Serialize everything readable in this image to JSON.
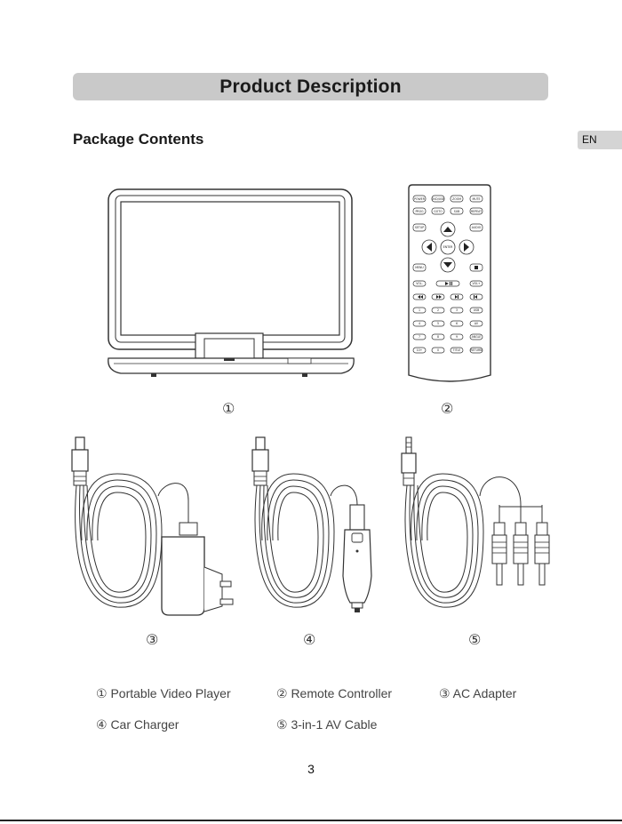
{
  "header": {
    "title": "Product Description"
  },
  "section": {
    "title": "Package Contents"
  },
  "language_tab": "EN",
  "callouts": [
    "①",
    "②",
    "③",
    "④",
    "⑤"
  ],
  "legend": [
    "① Portable Video Player",
    "② Remote Controller",
    "③ AC Adapter",
    "④ Car Charger",
    "⑤ 3-in-1 AV Cable"
  ],
  "remote_buttons": {
    "row1": [
      "POWER",
      "DVD/USB",
      "ZOOM",
      "MUTE"
    ],
    "row2": [
      "PROG",
      "GOTO",
      "SUB",
      "REPEAT"
    ],
    "setup": "SETUP",
    "audio": "AUDIO",
    "enter": "ENTER",
    "menu": "MENU",
    "vol_minus": "VOL-",
    "vol_plus": "VOL+",
    "digits": [
      "1",
      "2",
      "3",
      "4",
      "5",
      "6",
      "7",
      "8",
      "9",
      "0"
    ],
    "side": [
      "USB",
      "AV",
      "ANGLE"
    ],
    "bottom": [
      "10+",
      "TITLE",
      "RETURN"
    ]
  },
  "page_number": "3"
}
